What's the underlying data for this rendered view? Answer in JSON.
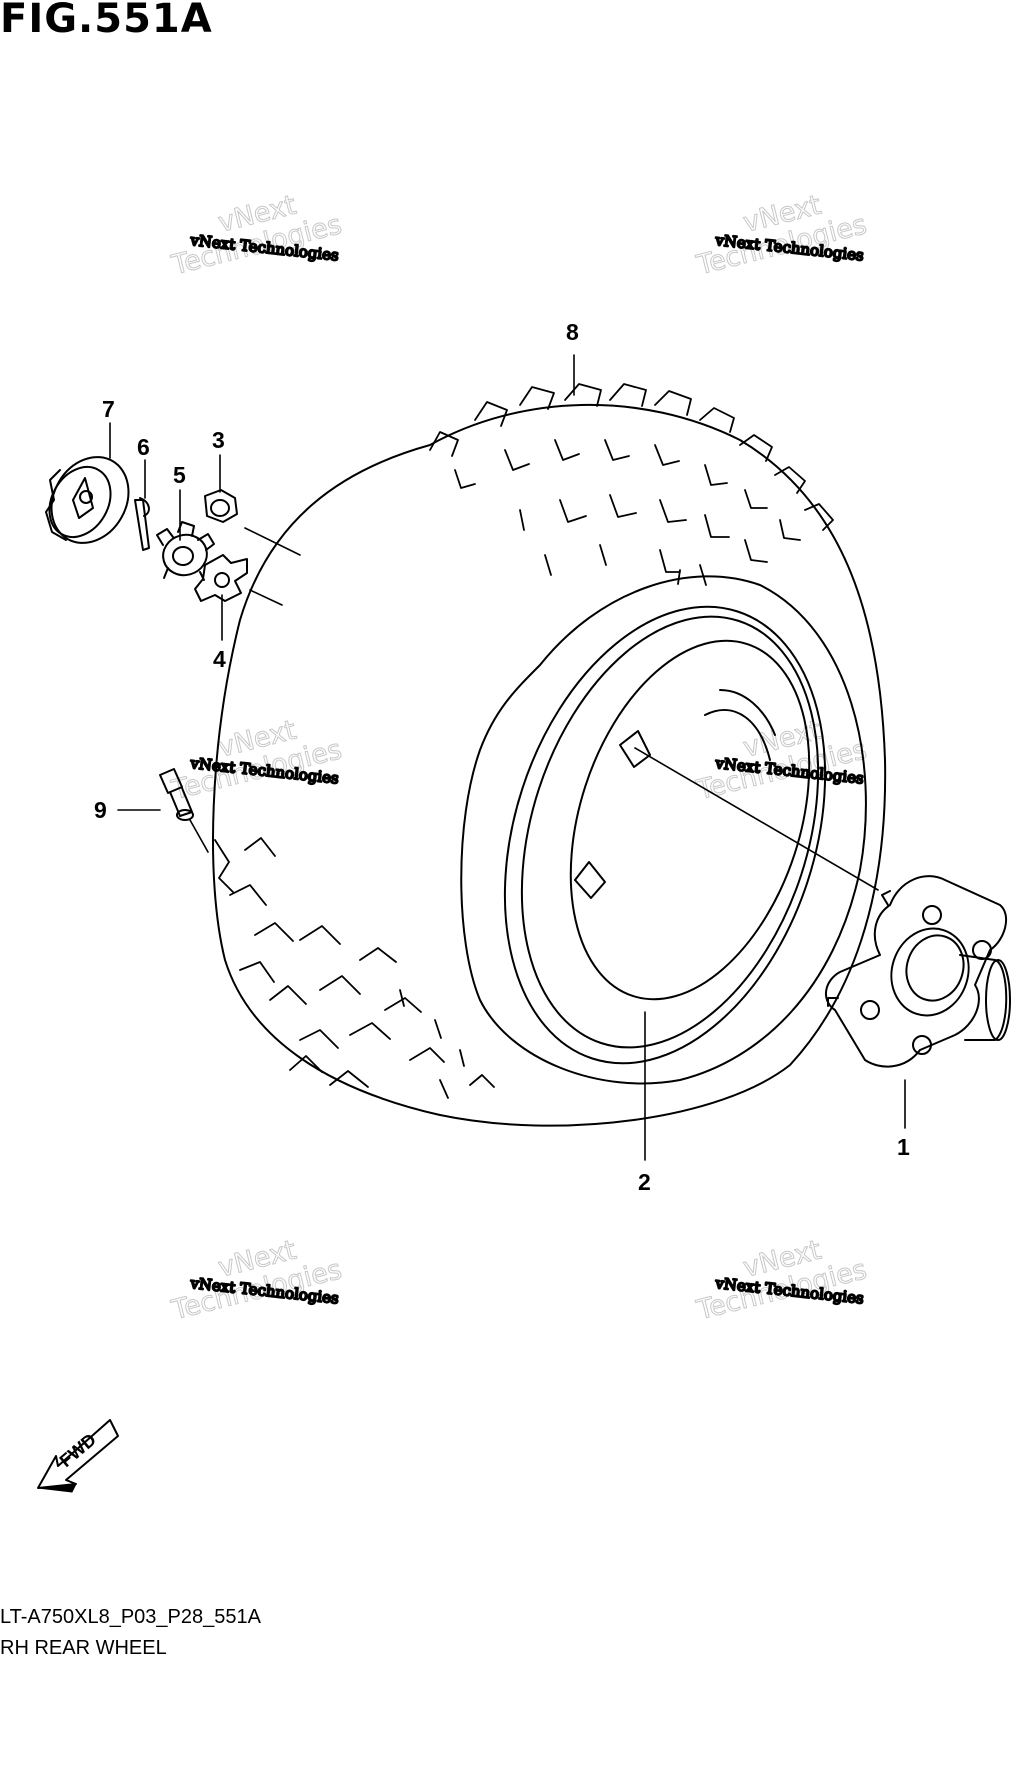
{
  "figure": {
    "title": "FIG.551A",
    "code": "LT-A750XL8_P03_P28_551A",
    "name": "RH REAR WHEEL"
  },
  "callouts": [
    "1",
    "2",
    "3",
    "4",
    "5",
    "6",
    "7",
    "8",
    "9"
  ],
  "watermark": {
    "line1": "vNext Technologies",
    "line2": "vNext",
    "line3": "Technologies"
  },
  "fwd_label": "FWD"
}
